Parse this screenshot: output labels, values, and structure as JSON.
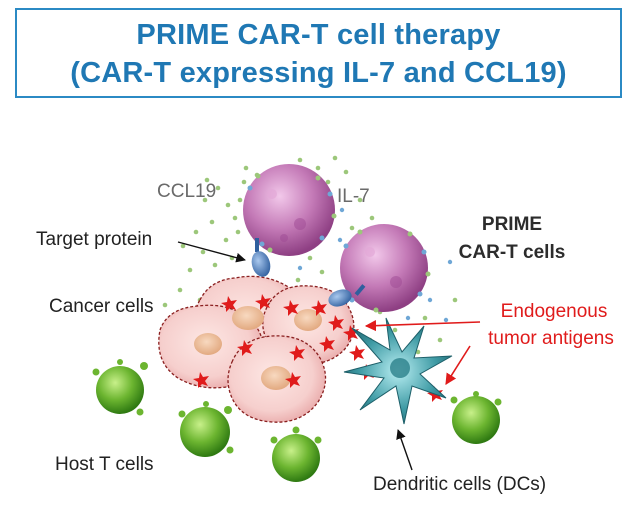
{
  "title": {
    "line1": "PRIME CAR-T cell therapy",
    "line2": "(CAR-T expressing IL-7 and CCL19)"
  },
  "labels": {
    "ccl19": "CCL19",
    "il7": "IL-7",
    "target_protein": "Target protein",
    "prime_line1": "PRIME",
    "prime_line2": "CAR-T cells",
    "cancer_cells": "Cancer cells",
    "endogenous_line1": "Endogenous",
    "endogenous_line2": "tumor antigens",
    "host_t_cells": "Host T cells",
    "dendritic_cells": "Dendritic cells (DCs)"
  },
  "colors": {
    "title": "#1f78b4",
    "title_border": "#2b8ac4",
    "antigen_red": "#e01b1b",
    "car_t": "#b0609f",
    "cancer": "#f3c8c8",
    "host_t": "#5ea82a",
    "dendritic": "#3a8f97",
    "receptor": "#4a7dbf",
    "ccl19_dot": "#9cc77a",
    "il7_dot": "#6fa7d6"
  }
}
